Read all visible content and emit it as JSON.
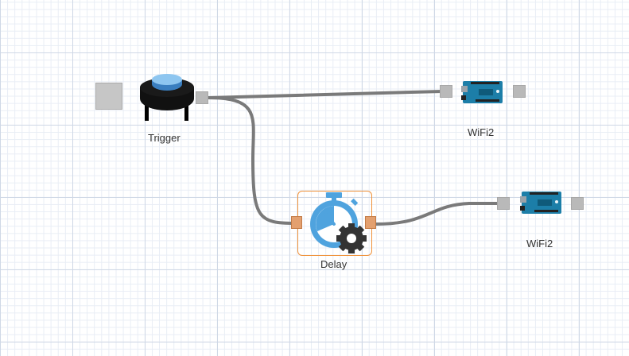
{
  "canvas": {
    "nodes": [
      {
        "id": "trigger",
        "label": "Trigger",
        "type": "push-button"
      },
      {
        "id": "wifi-top",
        "label": "WiFi2",
        "type": "arduino-board"
      },
      {
        "id": "delay",
        "label": "Delay",
        "type": "stopwatch-gear"
      },
      {
        "id": "wifi-bottom",
        "label": "WiFi2",
        "type": "arduino-board"
      }
    ],
    "wires": [
      {
        "from": "trigger",
        "to": "wifi-top"
      },
      {
        "from": "trigger",
        "to": "delay"
      },
      {
        "from": "delay",
        "to": "wifi-bottom"
      }
    ]
  },
  "colors": {
    "wire": "#7a7a7a",
    "delay_border": "#f0923a",
    "arduino": "#1c7ea8",
    "stopwatch": "#4fa3de",
    "gear": "#333333"
  }
}
